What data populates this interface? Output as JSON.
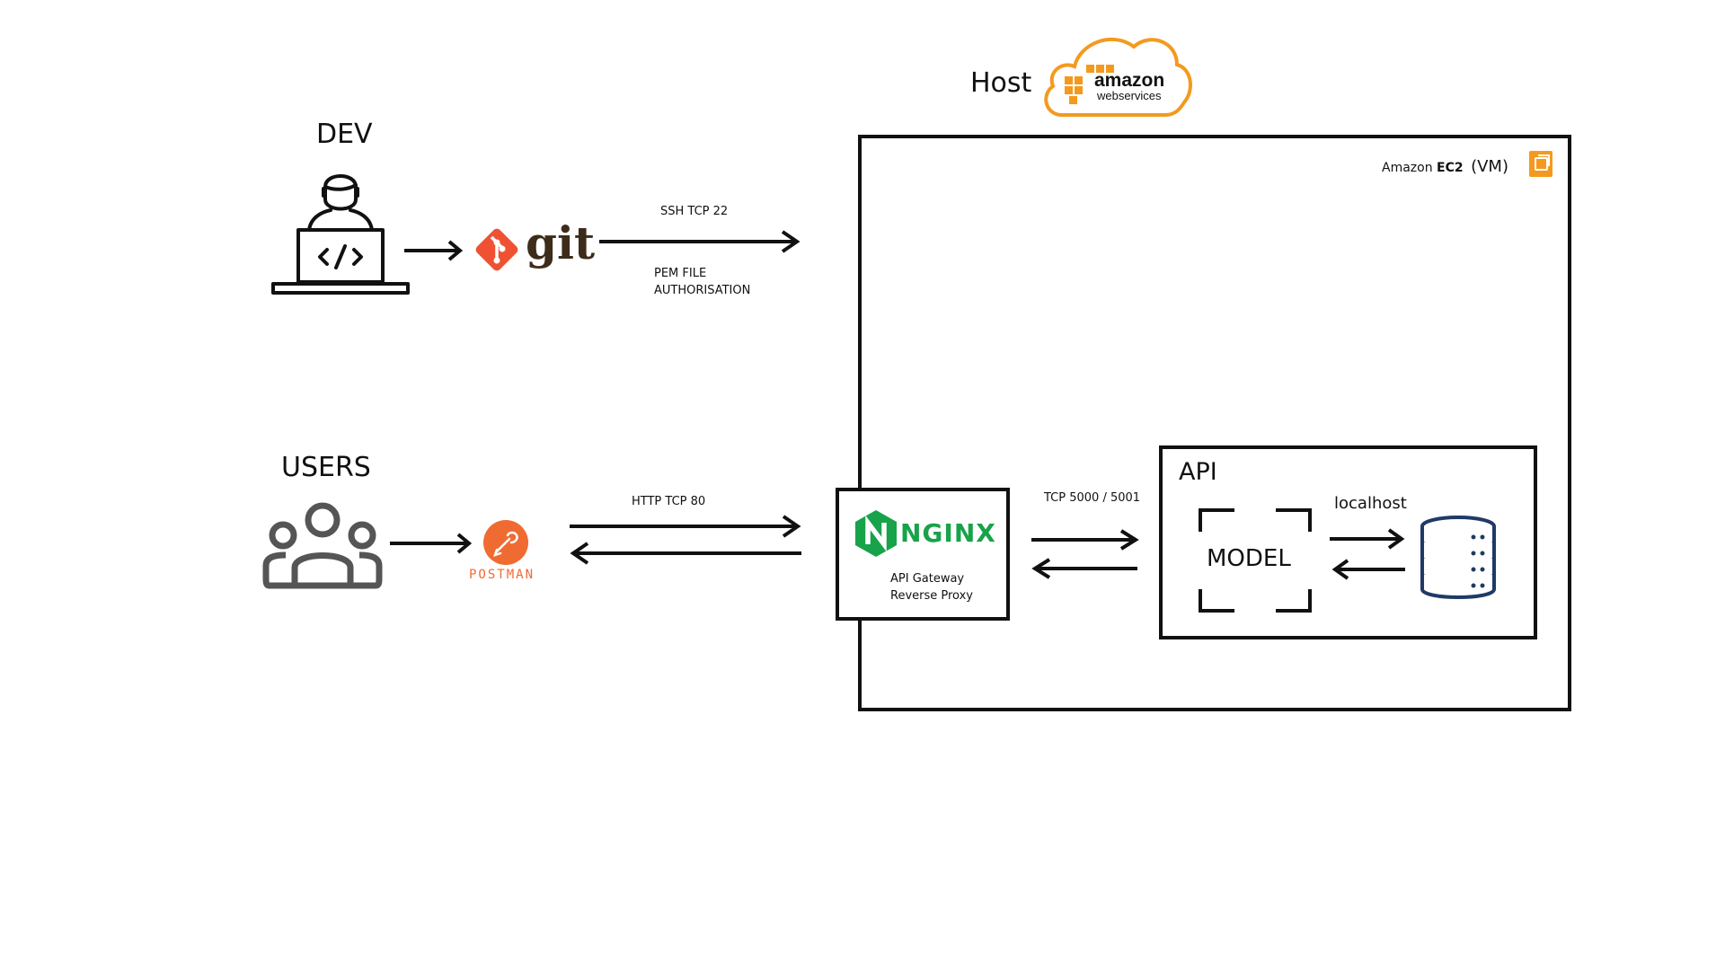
{
  "host": {
    "label": "Host",
    "aws_logo_main": "amazon",
    "aws_logo_sub": "webservices"
  },
  "ec2": {
    "prefix": "Amazon",
    "name": "EC2",
    "suffix": "(VM)"
  },
  "dev": {
    "label": "DEV",
    "git_label": "git"
  },
  "ssh": {
    "protocol": "SSH TCP 22",
    "auth_line1": "PEM FILE",
    "auth_line2": "AUTHORISATION"
  },
  "users": {
    "label": "USERS",
    "postman_label": "POSTMAN"
  },
  "http": {
    "protocol": "HTTP TCP 80"
  },
  "nginx": {
    "logo": "NGINX",
    "line1": "API Gateway",
    "line2": "Reverse Proxy"
  },
  "internal": {
    "protocol": "TCP 5000 / 5001"
  },
  "api": {
    "label": "API",
    "model": "MODEL",
    "localhost": "localhost"
  },
  "colors": {
    "aws_orange": "#f39a1e",
    "git_orange": "#f05133",
    "postman_orange": "#f06b31",
    "nginx_green": "#17a34a",
    "db_navy": "#1f3a66"
  },
  "icons": [
    "developer-laptop-icon",
    "git-icon",
    "users-group-icon",
    "postman-icon",
    "aws-cloud-icon",
    "ec2-icon",
    "nginx-icon",
    "database-icon"
  ]
}
